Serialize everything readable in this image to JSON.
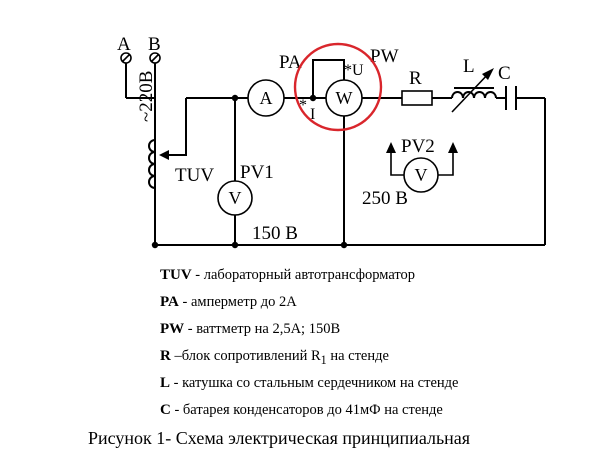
{
  "diagram": {
    "terminals": {
      "a": "A",
      "b": "B"
    },
    "supply_voltage": "~220В",
    "labels": {
      "tuv": "TUV",
      "pa": "PA",
      "pw": "PW",
      "pv1": "PV1",
      "pv2": "PV2",
      "r": "R",
      "l": "L",
      "c": "C",
      "u_star": "*U",
      "i_star": "*",
      "i_letter": "I",
      "v150": "150 В",
      "v250": "250 В"
    },
    "meters": {
      "ammeter": "A",
      "wattmeter": "W",
      "voltmeter1": "V",
      "voltmeter2": "V"
    },
    "highlight_color": "#d9262c"
  },
  "legend": [
    {
      "key": "TUV",
      "text": "  - лабораторный автотрансформатор"
    },
    {
      "key": "PA",
      "text": "  - амперметр до 2А"
    },
    {
      "key": "PW",
      "text": "  - ваттметр на 2,5А; 150В"
    },
    {
      "key": "R",
      "text": " –блок  сопротивлений R",
      "sub": "1",
      "tail": " на стенде"
    },
    {
      "key": "L",
      "text": "  - катушка  со стальным сердечником на стенде"
    },
    {
      "key": "C",
      "text": "  - батарея конденсаторов до 41мФ на стенде"
    }
  ],
  "caption": "Рисунок 1- Схема электрическая принципиальная"
}
